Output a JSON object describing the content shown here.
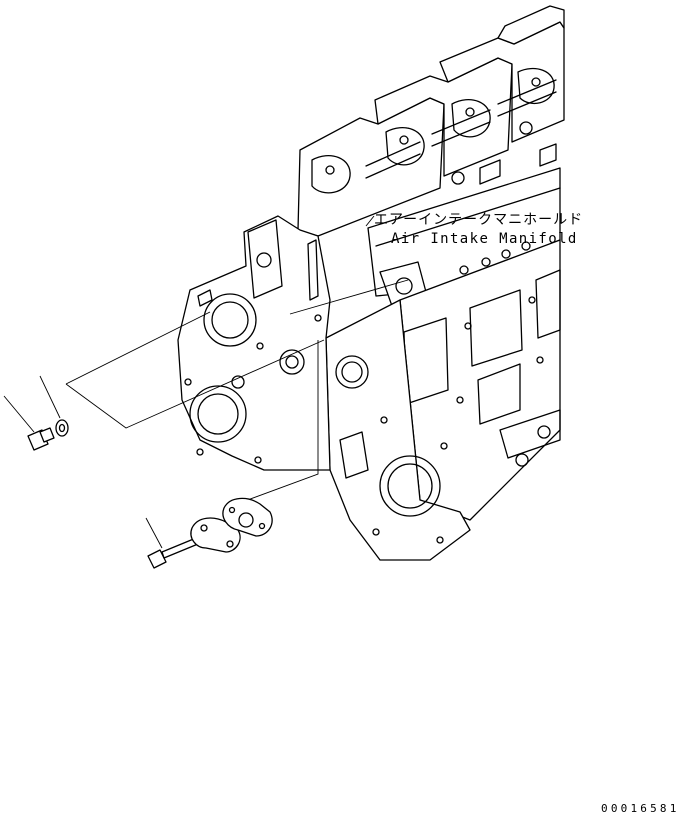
{
  "callout": {
    "japanese": "エアーインテークマニホールド",
    "english": "Air Intake Manifold"
  },
  "drawing_number": "00016581"
}
